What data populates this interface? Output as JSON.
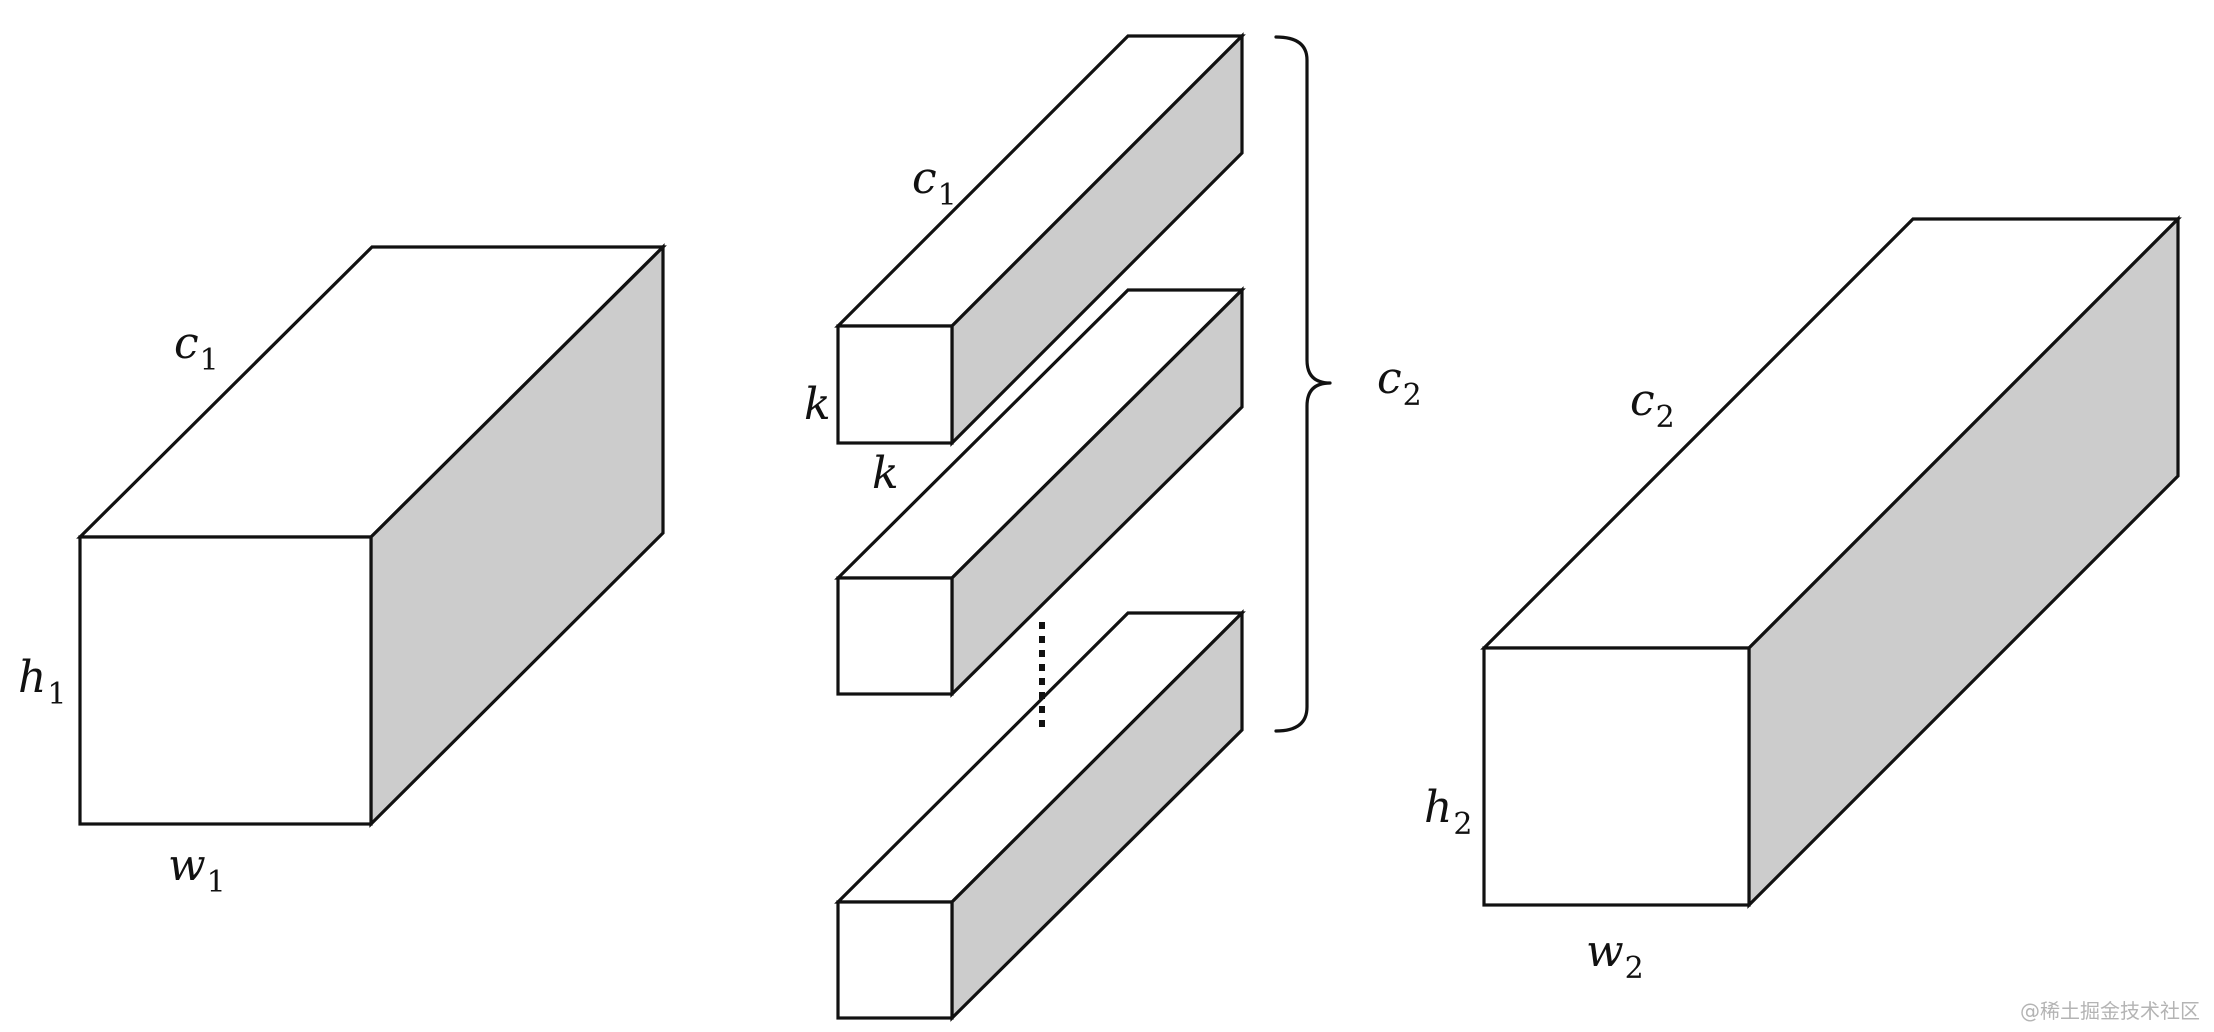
{
  "input_tensor": {
    "depth_label": {
      "var": "c",
      "sub": "1"
    },
    "height_label": {
      "var": "h",
      "sub": "1"
    },
    "width_label": {
      "var": "w",
      "sub": "1"
    }
  },
  "kernels": {
    "depth_label": {
      "var": "c",
      "sub": "1"
    },
    "height_label": {
      "var": "k"
    },
    "width_label": {
      "var": "k"
    },
    "count_label": {
      "var": "c",
      "sub": "2"
    }
  },
  "output_tensor": {
    "depth_label": {
      "var": "c",
      "sub": "2"
    },
    "height_label": {
      "var": "h",
      "sub": "2"
    },
    "width_label": {
      "var": "w",
      "sub": "2"
    }
  },
  "watermark": "@稀土掘金技术社区",
  "colors": {
    "side_face": "#cccccc",
    "front_face": "#ffffff",
    "stroke": "#111111"
  }
}
